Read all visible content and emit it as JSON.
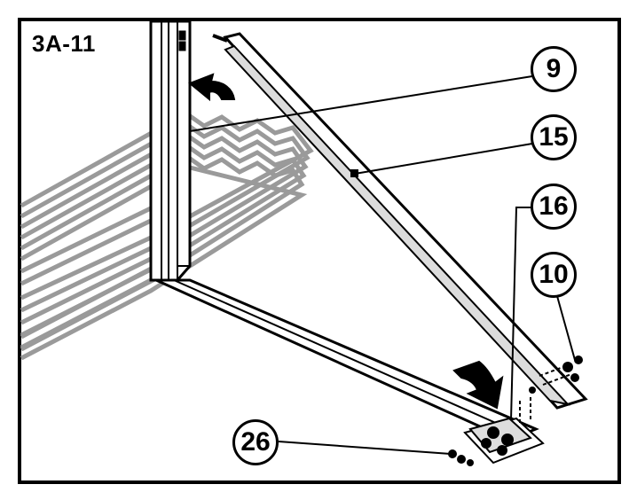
{
  "step": "3A-11",
  "callouts": {
    "c9": "9",
    "c15": "15",
    "c16": "16",
    "c10": "10",
    "c26": "26"
  },
  "colors": {
    "line": "#000000",
    "panel_gray": "#9a9a9a",
    "brace_fill": "#dcdcdc",
    "background": "#ffffff"
  }
}
